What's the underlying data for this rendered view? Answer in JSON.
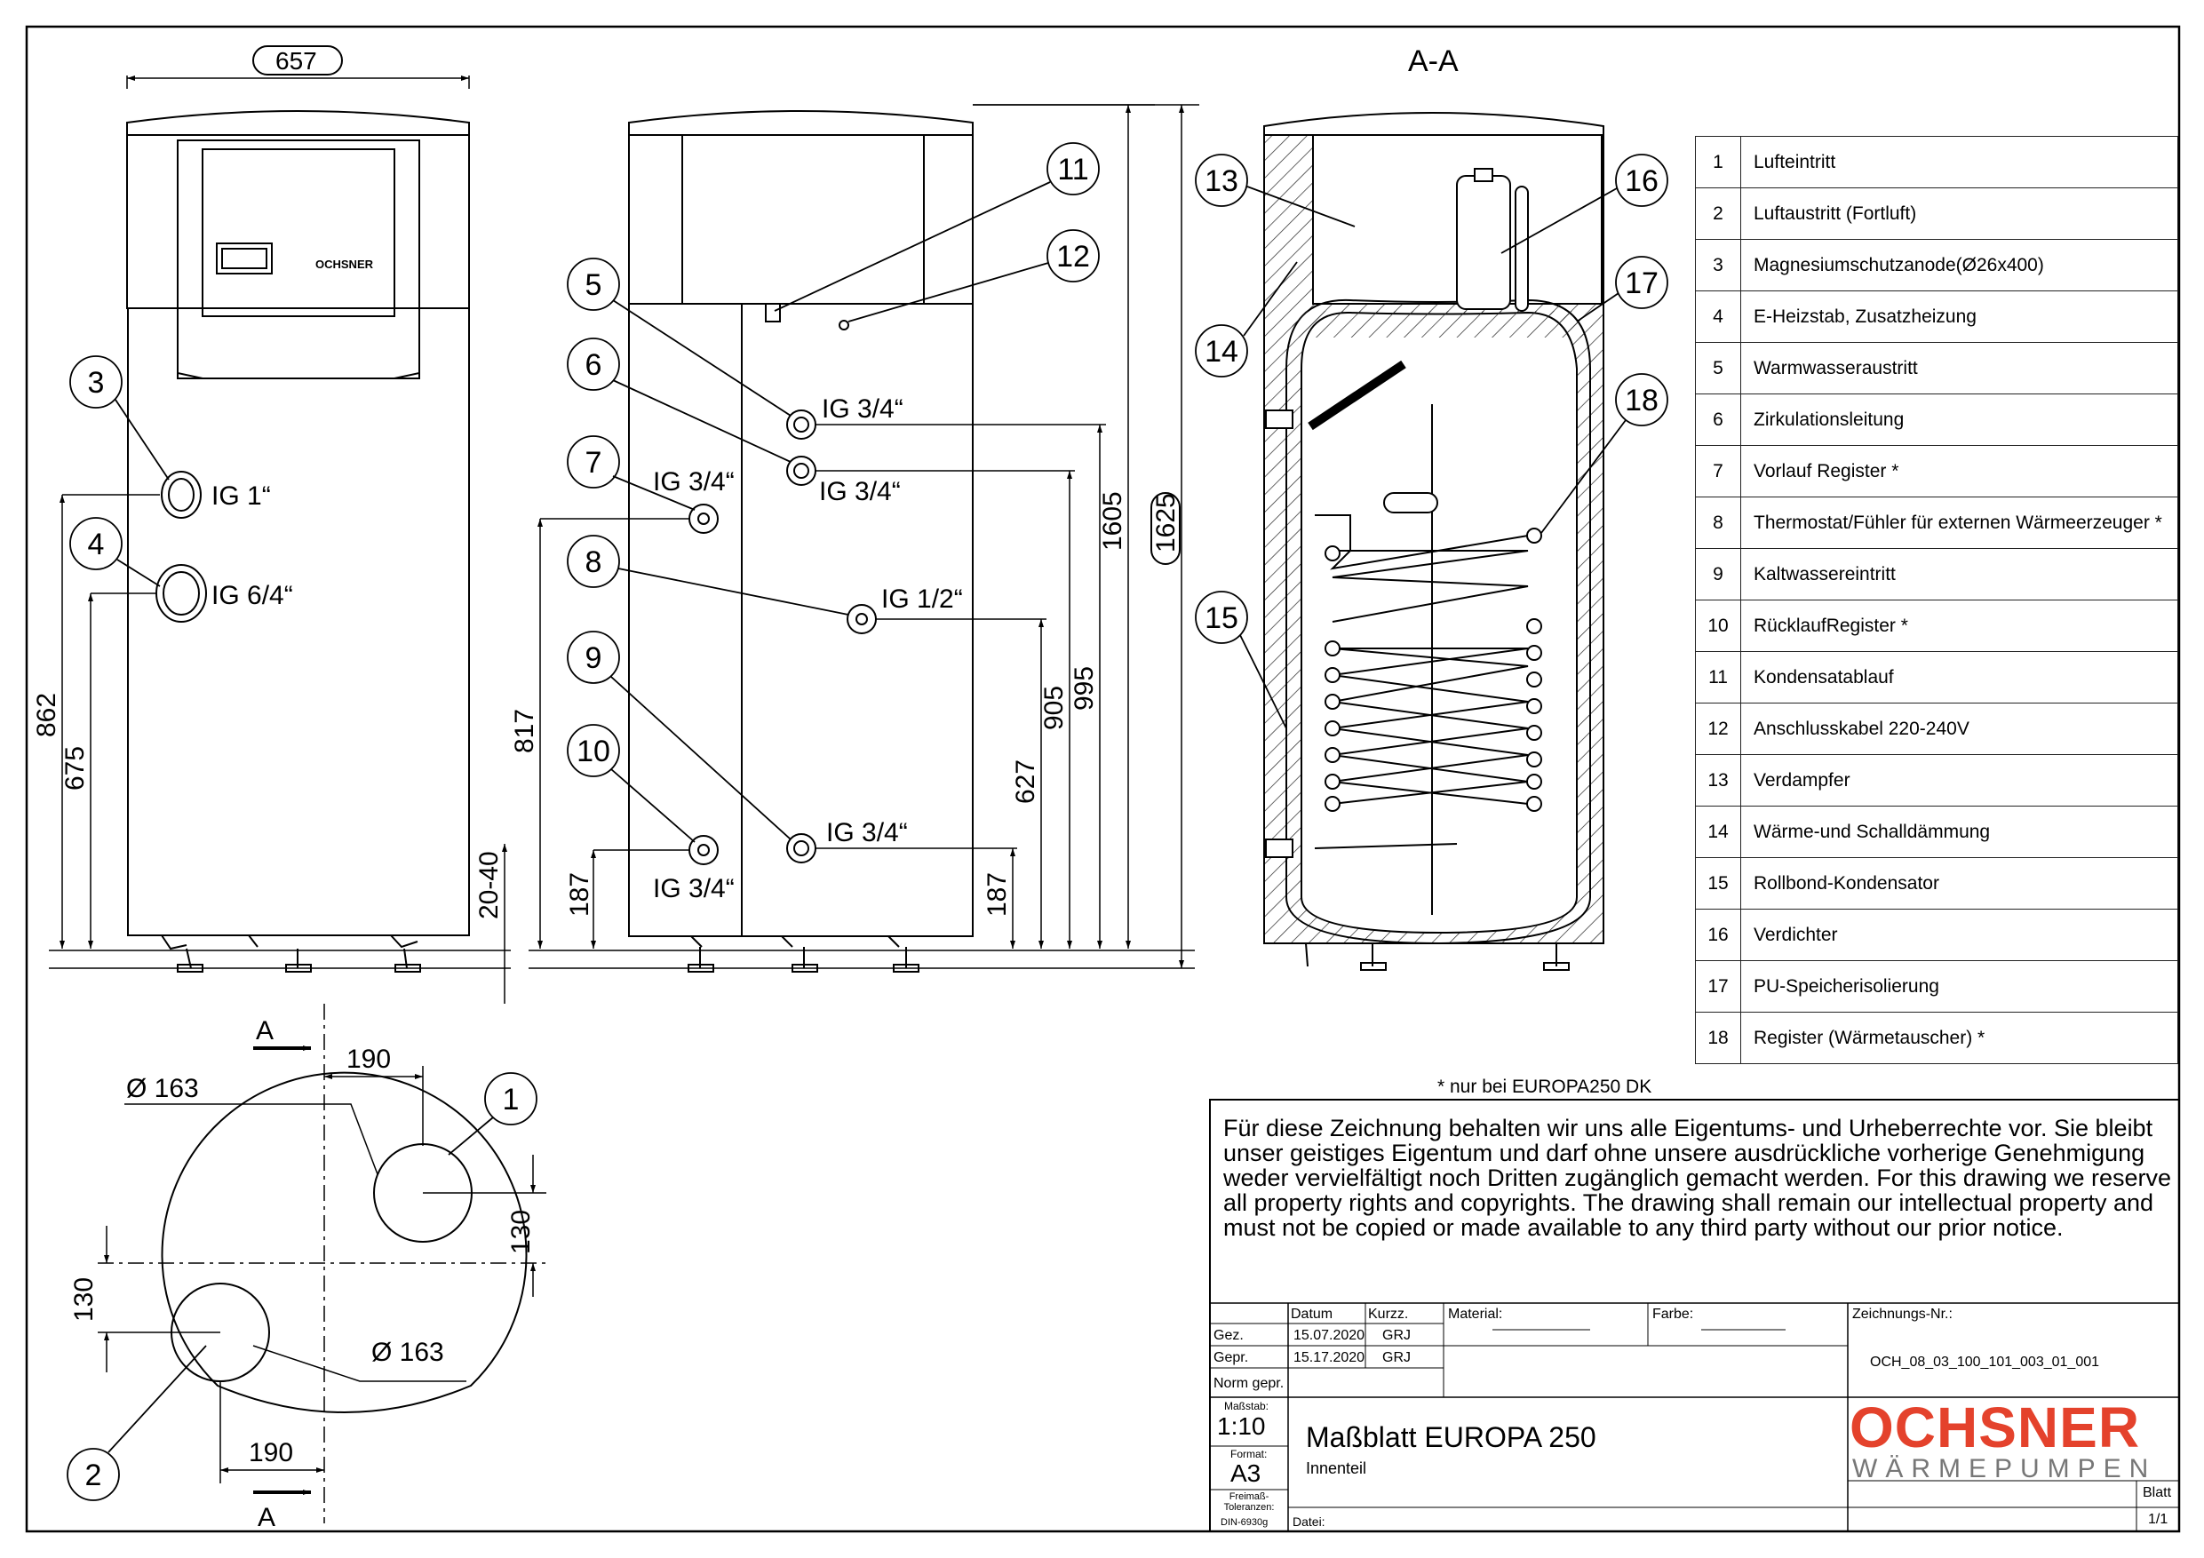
{
  "view_title": "A-A",
  "front_dims": {
    "width": "657",
    "h1": "862",
    "h2": "675",
    "h3": "20-40"
  },
  "front_conn": {
    "c3": "IG 1“",
    "c4": "IG 6/4“"
  },
  "side_conn": {
    "c5": "IG 3/4“",
    "c6": "IG 3/4“",
    "c7": "IG 3/4“",
    "c8": "IG 1/2“",
    "c9": "IG 3/4“",
    "c10": "IG 3/4“"
  },
  "side_dims": {
    "d817": "817",
    "d187a": "187",
    "d187b": "187",
    "d627": "627",
    "d905": "905",
    "d995": "995",
    "d1605": "1605",
    "d1625": "1625"
  },
  "plan": {
    "section_a_top": "A",
    "section_a_bottom": "A",
    "dim190_top": "190",
    "dim190_bottom": "190",
    "dia_top": "Ø 163",
    "dia_bottom": "Ø 163",
    "dim130_right": "130",
    "dim130_left": "130"
  },
  "callouts": [
    "1",
    "2",
    "3",
    "4",
    "5",
    "6",
    "7",
    "8",
    "9",
    "10",
    "11",
    "12",
    "13",
    "14",
    "15",
    "16",
    "17",
    "18"
  ],
  "legend": [
    {
      "n": "1",
      "t": "Lufteintritt"
    },
    {
      "n": "2",
      "t": "Luftaustritt (Fortluft)"
    },
    {
      "n": "3",
      "t": "Magnesiumschutzanode(Ø26x400)"
    },
    {
      "n": "4",
      "t": "E-Heizstab, Zusatzheizung"
    },
    {
      "n": "5",
      "t": "Warmwasseraustritt"
    },
    {
      "n": "6",
      "t": "Zirkulationsleitung"
    },
    {
      "n": "7",
      "t": "Vorlauf Register *"
    },
    {
      "n": "8",
      "t": "Thermostat/Fühler für externen Wärmeerzeuger *"
    },
    {
      "n": "9",
      "t": "Kaltwassereintritt"
    },
    {
      "n": "10",
      "t": "RücklaufRegister *"
    },
    {
      "n": "11",
      "t": "Kondensatablauf"
    },
    {
      "n": "12",
      "t": "Anschlusskabel 220-240V"
    },
    {
      "n": "13",
      "t": "Verdampfer"
    },
    {
      "n": "14",
      "t": "Wärme-und Schalldämmung"
    },
    {
      "n": "15",
      "t": "Rollbond-Kondensator"
    },
    {
      "n": "16",
      "t": "Verdichter"
    },
    {
      "n": "17",
      "t": "PU-Speicherisolierung"
    },
    {
      "n": "18",
      "t": "Register (Wärmetauscher) *"
    }
  ],
  "note": "* nur bei EUROPA250 DK",
  "copyright": "Für diese Zeichnung behalten wir uns alle Eigentums- und Urheberrechte vor. Sie bleibt unser geistiges Eigentum und darf ohne unsere ausdrückliche vorherige Genehmigung weder vervielfältigt noch Dritten zugänglich gemacht werden. For this drawing we reserve all property rights and copyrights. The drawing shall remain our intellectual property and must not be copied or made available to any third party without our prior notice.",
  "titleblock": {
    "datum_label": "Datum",
    "kurzz_label": "Kurzz.",
    "gez_label": "Gez.",
    "gez_date": "15.07.2020",
    "gez_kurzz": "GRJ",
    "gepr_label": "Gepr.",
    "gepr_date": "15.17.2020",
    "gepr_kurzz": "GRJ",
    "norm_label": "Norm gepr.",
    "material_label": "Material:",
    "farbe_label": "Farbe:",
    "zeichnungsnr_label": "Zeichnungs-Nr.:",
    "zeichnungsnr": "OCH_08_03_100_101_003_01_001",
    "massstab_label": "Maßstab:",
    "massstab": "1:10",
    "format_label": "Format:",
    "format": "A3",
    "freimass_label": "Freimaß-Toleranzen:",
    "freimass": "DIN-6930g",
    "title": "Maßblatt EUROPA 250",
    "subtitle": "Innenteil",
    "datei_label": "Datei:",
    "blatt_label": "Blatt",
    "blatt": "1/1"
  },
  "brand": {
    "name": "OCHSNER",
    "tagline": "WÄRMEPUMPEN",
    "panel_logo": "OCHSNER",
    "color": "#e4422c"
  }
}
